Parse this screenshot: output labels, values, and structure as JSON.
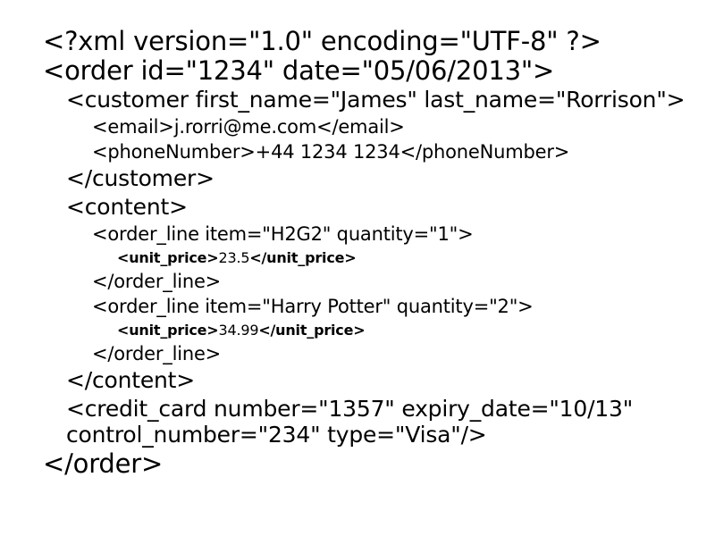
{
  "document": {
    "type": "xml",
    "title": "XML Order Document",
    "background_color": "#ffffff",
    "text_color": "#000000",
    "root_element": "order"
  },
  "lines": {
    "l1_prolog": "<?xml version=\"1.0\" encoding=\"UTF-8\" ?>",
    "l2_order_open": "<order id=\"1234\" date=\"05/06/2013\">",
    "l3_customer_open": "<customer first_name=\"James\" last_name=\"Rorrison\">",
    "l4_email": "<email>j.rorri@me.com</email>",
    "l5_phone": "<phoneNumber>+44 1234 1234</phoneNumber>",
    "l6_customer_close": "</customer>",
    "l7_content_open": "<content>",
    "l8_orderline1_open": "<order_line item=\"H2G2\" quantity=\"1\">",
    "l9_unitprice1_open": "<unit_price>",
    "l9_unitprice1_value": "23.5",
    "l9_unitprice1_close": "</unit_price>",
    "l10_orderline1_close": "</order_line>",
    "l11_orderline2_open": "<order_line item=\"Harry Potter\" quantity=\"2\">",
    "l12_unitprice2_open": "<unit_price>",
    "l12_unitprice2_value": "34.99",
    "l12_unitprice2_close": "</unit_price>",
    "l13_orderline2_close": "</order_line>",
    "l14_content_close": "</content>",
    "l15_creditcard_part1": "<credit_card number=\"1357\" expiry_date=\"10/13\"",
    "l16_creditcard_part2": "control_number=\"234\" type=\"Visa\"/>",
    "l17_order_close": "</order>"
  },
  "order_data": {
    "xml_version": "1.0",
    "encoding": "UTF-8",
    "order_id": "1234",
    "order_date": "05/06/2013",
    "customer": {
      "first_name": "James",
      "last_name": "Rorrison",
      "email": "j.rorri@me.com",
      "phoneNumber": "+44 1234 1234"
    },
    "content": {
      "order_lines": [
        {
          "item": "H2G2",
          "quantity": "1",
          "unit_price": "23.5"
        },
        {
          "item": "Harry Potter",
          "quantity": "2",
          "unit_price": "34.99"
        }
      ]
    },
    "credit_card": {
      "number": "1357",
      "expiry_date": "10/13",
      "control_number": "234",
      "type": "Visa"
    }
  }
}
